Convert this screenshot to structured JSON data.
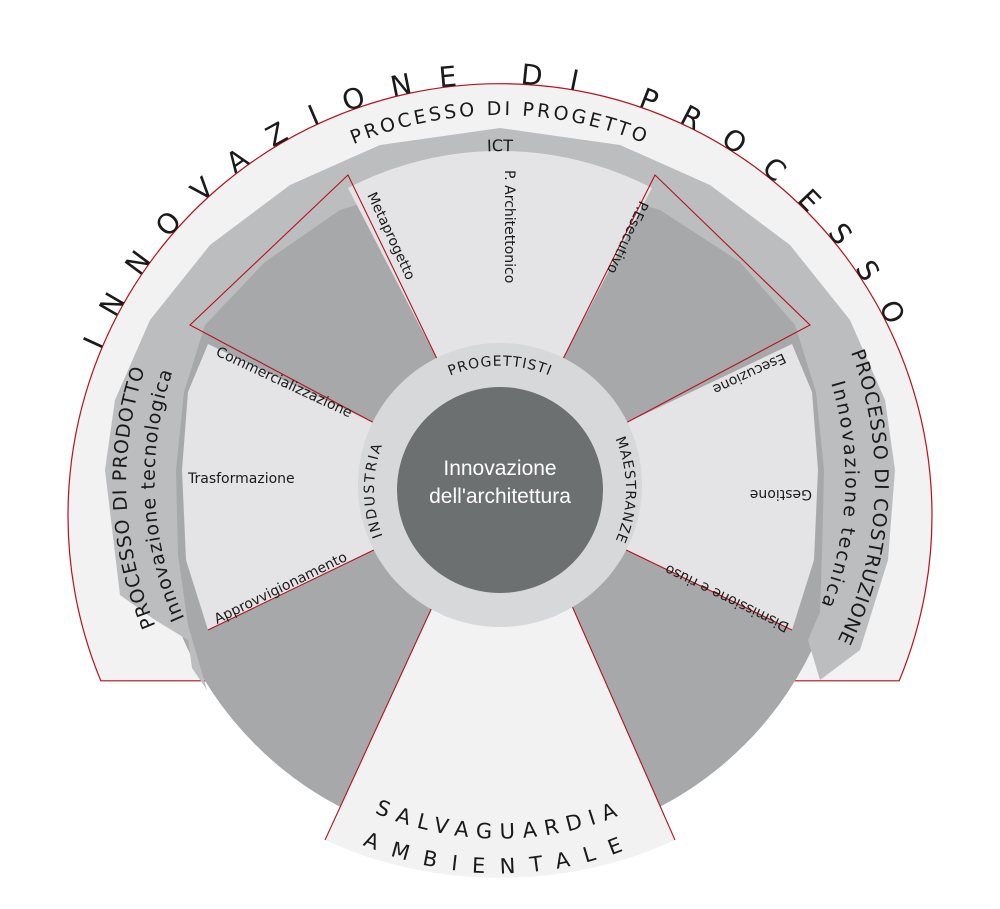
{
  "center": {
    "line1": "Innovazione",
    "line2": "dell'architettura"
  },
  "actors": {
    "top": "PROGETTISTI",
    "left": "INDUSTRIA",
    "right": "MAESTRANZE"
  },
  "outer_ring": {
    "label": "INNOVAZIONE DI PROCESSO"
  },
  "bottom": {
    "line1": "SALVAGUARDIA",
    "line2": "AMBIENTALE"
  },
  "sectors": {
    "top": {
      "title": "PROCESSO DI PROGETTO",
      "subtitle": "ICT",
      "items": [
        "Metaprogetto",
        "P. Architettonico",
        "P.Esecutivo"
      ]
    },
    "left": {
      "title": "PROCESSO DI PRODOTTO",
      "subtitle": "Innovazione tecnologica",
      "items": [
        "Commercializzazione",
        "Trasformazione",
        "Approvvigionamento"
      ]
    },
    "right": {
      "title": "PROCESSO DI COSTRUZIONE",
      "subtitle": "Innovazione tecnica",
      "items": [
        "Esecuzione",
        "Gestione",
        "Dismissione e riuso"
      ]
    }
  },
  "colors": {
    "outer_band": "#f2f2f2",
    "mid_ring": "#bcbdbf",
    "dark_sector": "#a7a8aa",
    "light_sector": "#e4e4e6",
    "actor_ring": "#d7d8da",
    "core": "#6d7071",
    "accent_line": "#b5121b"
  }
}
